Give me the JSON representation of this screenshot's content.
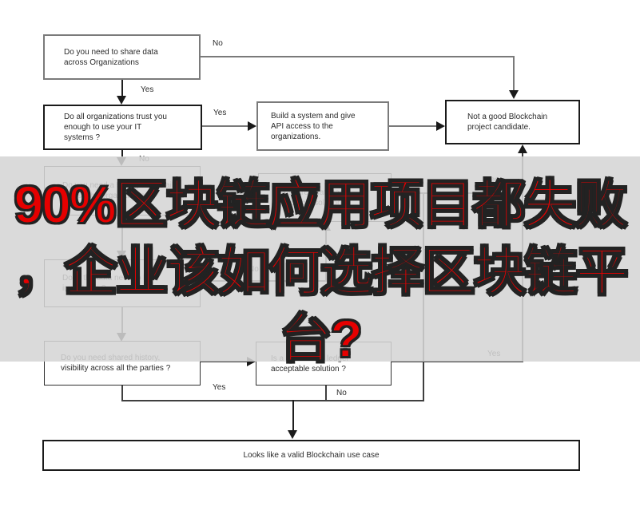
{
  "overlay": {
    "lines": [
      "90%区块链应用项目都失败",
      "，企业该如何选择区块链平",
      "台?"
    ],
    "text_color": "#e60000",
    "band_color": "#d4d4d4"
  },
  "nodes": {
    "share_data": "Do you need to share data across Organizations",
    "trust": "Do all organizations trust you enough to use your IT systems ?",
    "build_api": "Build a system and give API access to the organizations.",
    "not_good": "Not a good Blockchain project candidate.",
    "audit": "Do you need a strong audit trail across the organizations ?",
    "shared_db": "Is a shared database acceptable solution ?",
    "immutable": "Does the data need to be immutable ?",
    "history": "Do you need shared history, visibility across all the parties ?",
    "ledger": "Is a centralized ledger acceptable solution ?",
    "valid": "Looks like a valid Blockchain use case"
  },
  "labels": {
    "share_no": "No",
    "share_yes": "Yes",
    "trust_yes": "Yes",
    "trust_no": "No",
    "immutable_no": "No",
    "shareddb_yes": "Yes",
    "shareddb_no": "No",
    "history_yes": "Yes",
    "ledger_no": "No",
    "ledger_yes": "Yes"
  }
}
